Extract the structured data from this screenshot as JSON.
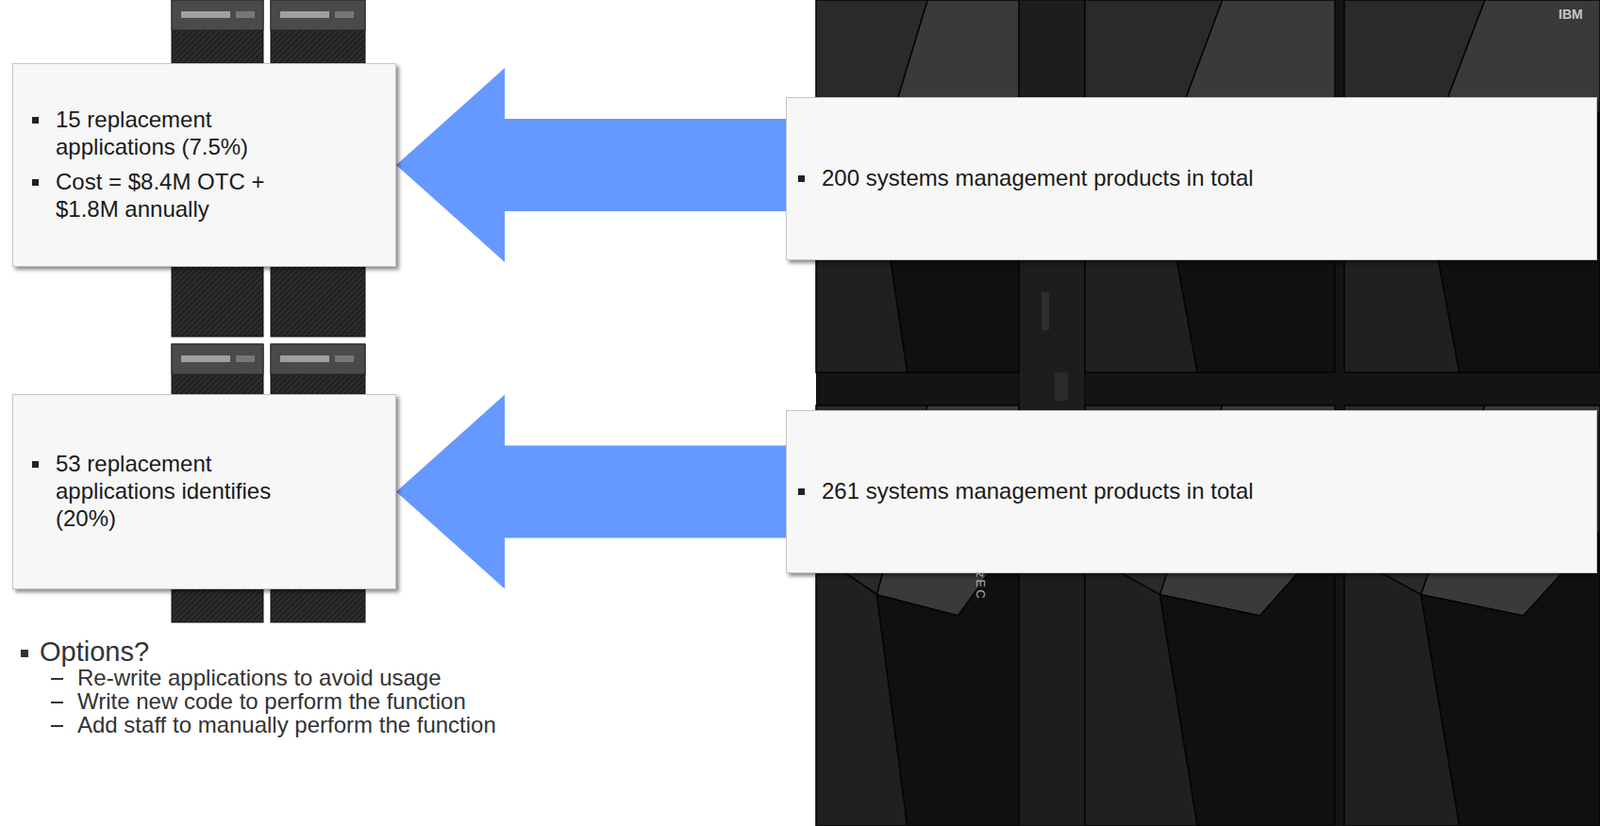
{
  "diagram": {
    "nodes": [
      {
        "text": [
          "15 replacement applications (7.5%)",
          "Cost = $8.4M OTC + $1.8M annually"
        ]
      },
      {
        "text": [
          "200 systems management products in total"
        ]
      },
      {
        "text": [
          "53 replacement applications identifies (20%)"
        ]
      },
      {
        "text": [
          "261 systems management products in total"
        ]
      }
    ],
    "edges": [
      {
        "from": 1,
        "to": 0,
        "arrow": "to"
      },
      {
        "from": 3,
        "to": 2,
        "arrow": "to"
      }
    ],
    "labels": [
      "Options?",
      "Re-write applications to avoid usage",
      "Write new code to perform the function",
      "Add staff to manually perform the function",
      "IBM",
      "zEC"
    ]
  }
}
